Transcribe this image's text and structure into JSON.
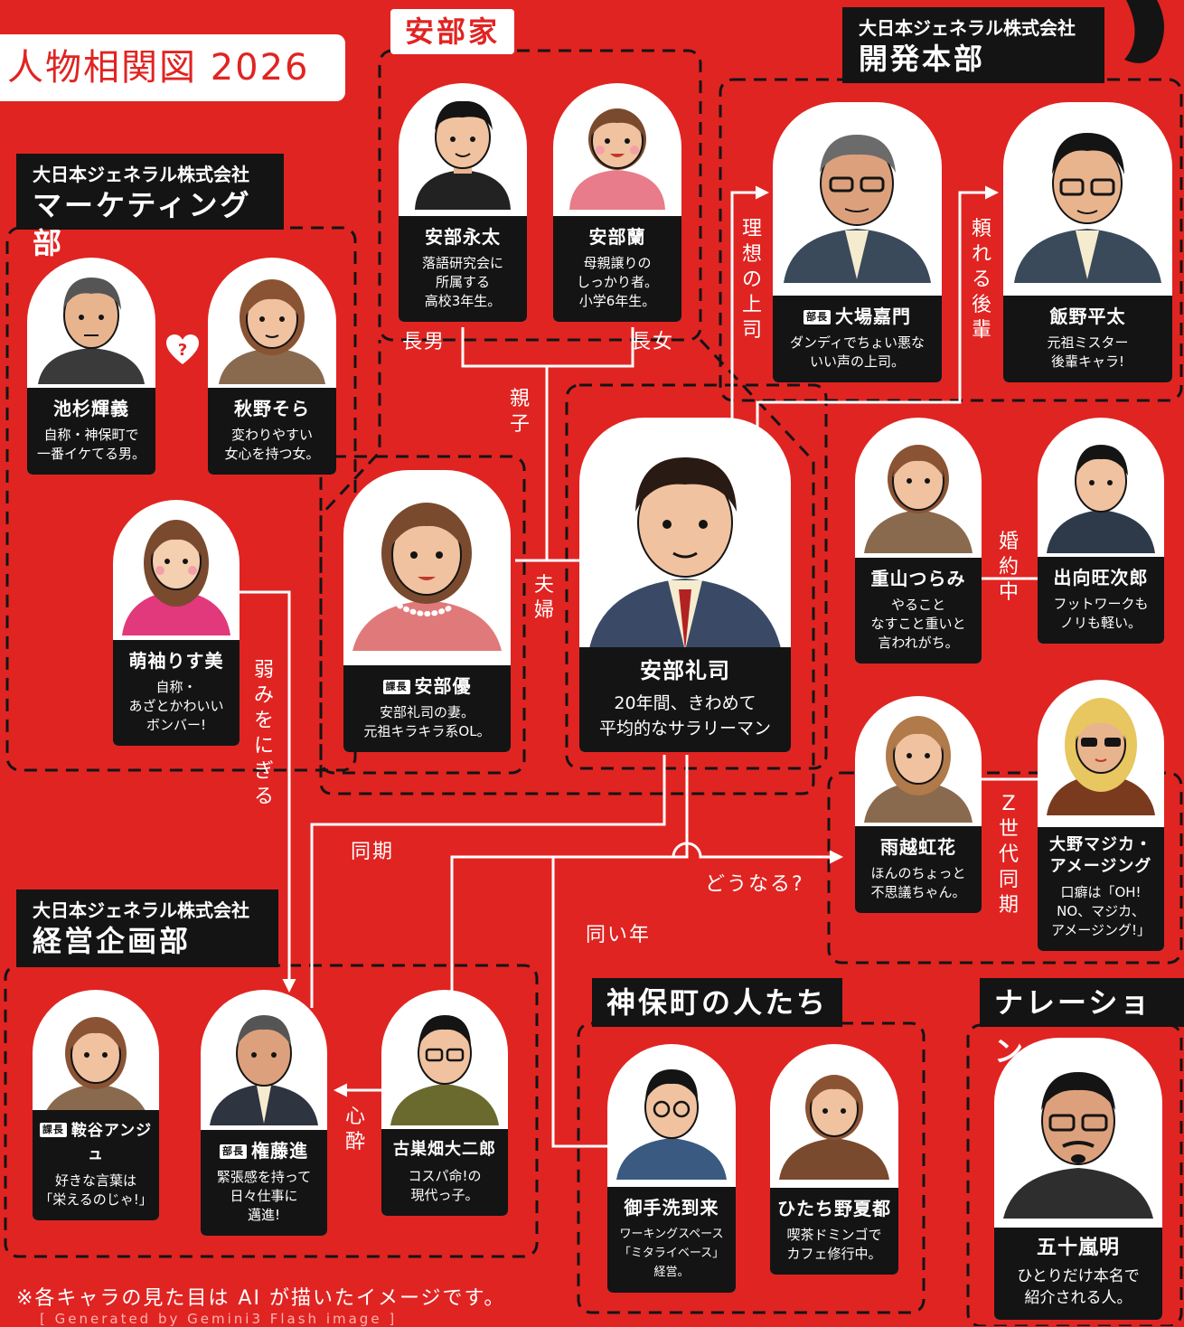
{
  "title": "人物相関図 2026",
  "groups": {
    "abe": "安部家",
    "dev": {
      "company": "大日本ジェネラル株式会社",
      "dept": "開発本部"
    },
    "marketing": {
      "company": "大日本ジェネラル株式会社",
      "dept": "マーケティング部"
    },
    "planning": {
      "company": "大日本ジェネラル株式会社",
      "dept": "経営企画部"
    },
    "jimbocho": "神保町の人たち",
    "narration": "ナレーション"
  },
  "people": {
    "eita": {
      "name": "安部永太",
      "desc": "落語研究会に\n所属する\n高校3年生。"
    },
    "ran": {
      "name": "安部蘭",
      "desc": "母親譲りの\nしっかり者。\n小学6年生。"
    },
    "ooba": {
      "badge": "部長",
      "name": "大場嘉門",
      "desc": "ダンディでちょい悪な\nいい声の上司。"
    },
    "iino": {
      "name": "飯野平太",
      "desc": "元祖ミスター\n後輩キャラ!"
    },
    "ikesugi": {
      "name": "池杉輝義",
      "desc": "自称・神保町で\n一番イケてる男。"
    },
    "akino": {
      "name": "秋野そら",
      "desc": "変わりやすい\n女心を持つ女。"
    },
    "moesode": {
      "name": "萌袖りす美",
      "desc": "自称・\nあざとかわいい\nボンバー!"
    },
    "yu": {
      "badge": "課長",
      "name": "安部優",
      "desc": "安部礼司の妻。\n元祖キラキラ系OL。"
    },
    "reiji": {
      "name": "安部礼司",
      "desc": "20年間、きわめて\n平均的なサラリーマン"
    },
    "shigeyama": {
      "name": "重山つらみ",
      "desc": "やること\nなすこと重いと\n言われがち。"
    },
    "demukai": {
      "name": "出向旺次郎",
      "desc": "フットワークも\nノリも軽い。"
    },
    "amakoshi": {
      "name": "雨越虹花",
      "desc": "ほんのちょっと\n不思議ちゃん。"
    },
    "ono": {
      "name": "大野マジカ・\nアメージング",
      "desc": "口癖は「OH!\nNO、マジカ、\nアメージング!」"
    },
    "kuratani": {
      "badge": "課長",
      "name": "鞍谷アンジュ",
      "desc": "好きな言葉は\n「栄えるのじゃ!」"
    },
    "gondo": {
      "badge": "部長",
      "name": "権藤進",
      "desc": "緊張感を持って\n日々仕事に\n邁進!"
    },
    "furusu": {
      "name": "古巣畑大二郎",
      "desc": "コスパ命!の\n現代っ子。"
    },
    "mitarai": {
      "name": "御手洗到来",
      "desc": "ワーキングスペース\n「ミタライベース」\n経営。"
    },
    "hitachino": {
      "name": "ひたち野夏都",
      "desc": "喫茶ドミンゴで\nカフェ修行中。"
    },
    "igarashi": {
      "name": "五十嵐明",
      "desc": "ひとりだけ本名で\n紹介される人。"
    }
  },
  "relations": {
    "chonan": "長男",
    "chojo": "長女",
    "oyako": "親子",
    "fuufu": "夫婦",
    "riso": "理想の上司",
    "tayoreru": "頼れる後輩",
    "konyaku": "婚約中",
    "zsedai": "Z世代同期",
    "douka": "同期",
    "dounaru": "どうなる?",
    "onaidoshi": "同い年",
    "yowami": "弱みをにぎる",
    "shinsui": "心酔",
    "heart_mark": "?"
  },
  "footnote": "※各キャラの見た目は AI が描いたイメージです。",
  "credit": "[ Generated by Gemini3 Flash image ]",
  "colors": {
    "background": "#e02422",
    "plate": "#141414",
    "accent": "#ffffff"
  }
}
